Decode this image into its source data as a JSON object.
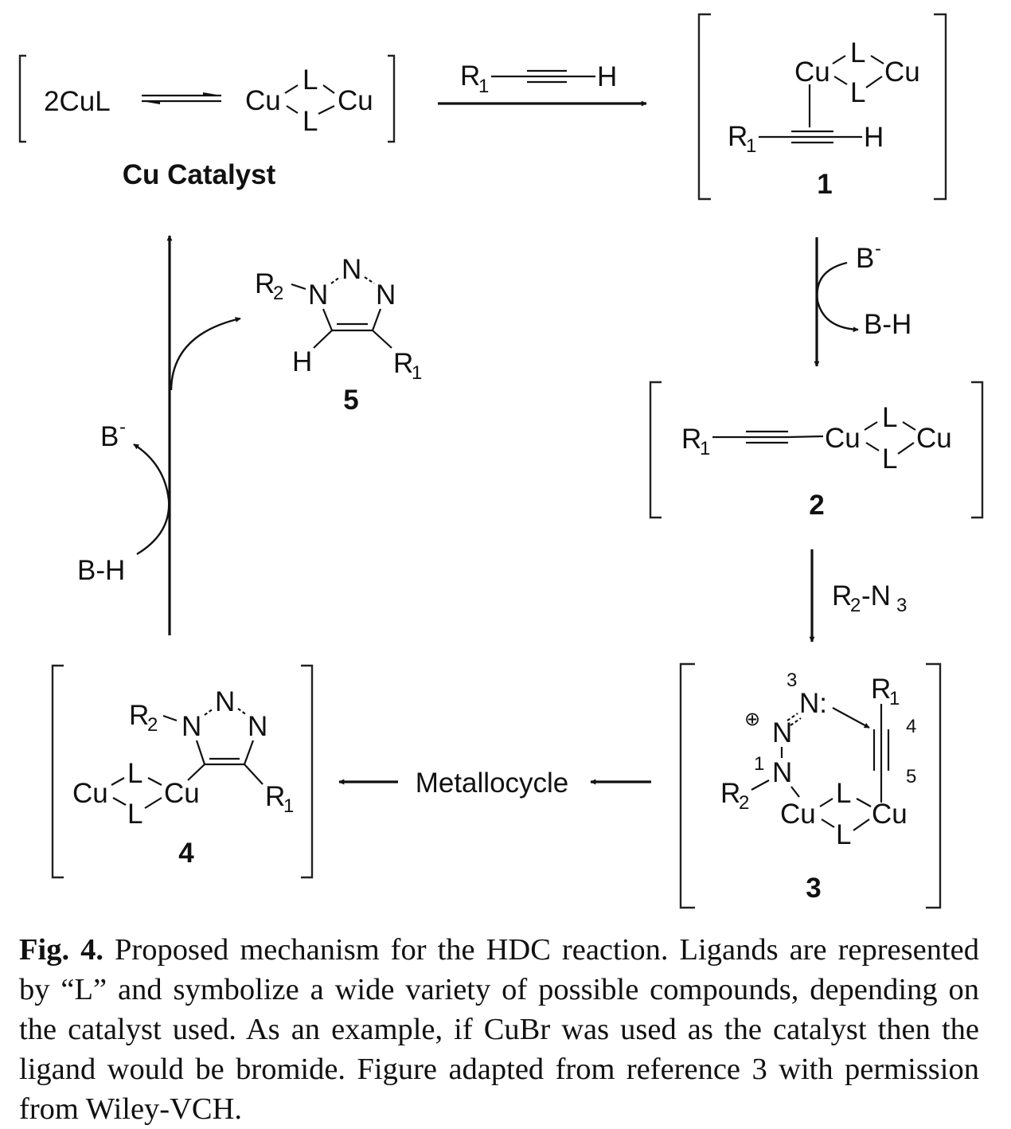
{
  "figure": {
    "catalyst": {
      "monomer": "2CuL",
      "dimer": {
        "cu_left": "Cu",
        "cu_right": "Cu",
        "ligand_top": "L",
        "ligand_bottom": "L"
      },
      "label": "Cu Catalyst"
    },
    "step1_reagent": {
      "r": "R",
      "r_sub": "1",
      "h": "H"
    },
    "intermediate_1": {
      "label": "1",
      "r": "R",
      "r_sub": "1",
      "h": "H",
      "cu": "Cu",
      "l": "L"
    },
    "step2": {
      "base": "B",
      "base_charge": "-",
      "conj_acid": "B-H"
    },
    "intermediate_2": {
      "label": "2",
      "r": "R",
      "r_sub": "1",
      "cu": "Cu",
      "l": "L"
    },
    "step3_reagent": {
      "r": "R",
      "r_sub": "2",
      "n3": "-N",
      "n3_sub": "3"
    },
    "intermediate_3": {
      "label": "3",
      "charge": "⊕",
      "n": "N",
      "n_lone": "N:",
      "r1": "R",
      "r1_sub": "1",
      "r2": "R",
      "r2_sub": "2",
      "cu": "Cu",
      "l": "L",
      "position_labels": [
        "1",
        "3",
        "4",
        "5"
      ]
    },
    "step4": {
      "label": "Metallocycle"
    },
    "intermediate_4": {
      "label": "4",
      "r1": "R",
      "r1_sub": "1",
      "r2": "R",
      "r2_sub": "2",
      "n": "N",
      "cu": "Cu",
      "l": "L"
    },
    "step5": {
      "base": "B",
      "base_charge": "-",
      "conj_acid": "B-H"
    },
    "product_5": {
      "label": "5",
      "r1": "R",
      "r1_sub": "1",
      "r2": "R",
      "r2_sub": "2",
      "n": "N",
      "h": "H"
    }
  },
  "caption": {
    "prefix": "Fig. 4.",
    "text": "Proposed mechanism for the HDC reaction. Ligands are represented by “L” and symbolize a wide variety of possible compounds, depending on the catalyst used. As an example, if CuBr was used as the catalyst then the ligand would be bromide. Figure adapted from reference 3 with permission from Wiley-VCH."
  }
}
